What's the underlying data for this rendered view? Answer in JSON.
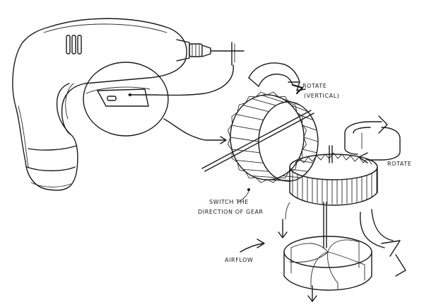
{
  "sketch": {
    "ink_color": "#1a1a1a",
    "background": "#ffffff",
    "annotations": {
      "rotate_vertical_line1": "ROTATE",
      "rotate_vertical_line2": "(VERTICAL)",
      "rotate_right": "ROTATE",
      "switch_line1": "SWITCH THE",
      "switch_line2": "DIRECTION OF GEAR",
      "airflow": "AIRFLOW"
    }
  }
}
